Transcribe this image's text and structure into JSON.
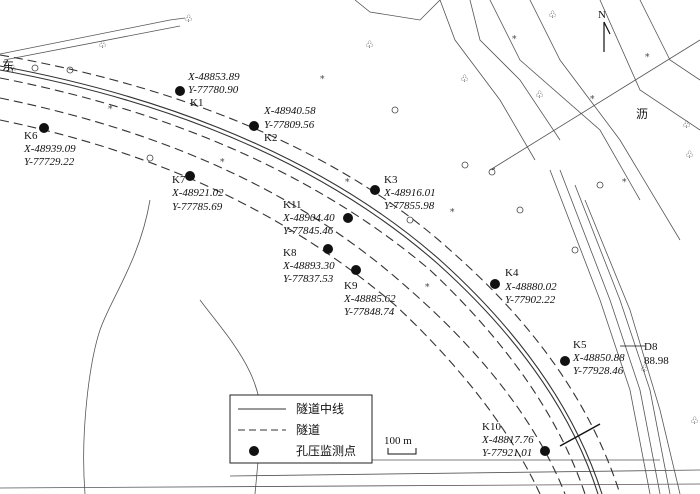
{
  "map": {
    "north_label": "N",
    "place_label_left": "东",
    "place_label_right": "沥",
    "scale_label": "100 m",
    "cut_line_label": "D8",
    "cut_line_value": "88.98"
  },
  "points": [
    {
      "id": "K1",
      "name": "K1",
      "x": "X-48853.89",
      "y": "Y-77780.90"
    },
    {
      "id": "K2",
      "name": "K2",
      "x": "X-48940.58",
      "y": "Y-77809.56"
    },
    {
      "id": "K3",
      "name": "K3",
      "x": "X-48916.01",
      "y": "Y-77855.98"
    },
    {
      "id": "K4",
      "name": "K4",
      "x": "X-48880.02",
      "y": "Y-77902.22"
    },
    {
      "id": "K5",
      "name": "K5",
      "x": "X-48850.88",
      "y": "Y-77928.46"
    },
    {
      "id": "K6",
      "name": "K6",
      "x": "X-48939.09",
      "y": "Y-77729.22"
    },
    {
      "id": "K7",
      "name": "K7",
      "x": "X-48921.02",
      "y": "Y-77785.69"
    },
    {
      "id": "K8",
      "name": "K8",
      "x": "X-48893.30",
      "y": "Y-77837.53"
    },
    {
      "id": "K9",
      "name": "K9",
      "x": "X-48885.62",
      "y": "Y-77848.74"
    },
    {
      "id": "K10",
      "name": "K10",
      "x": "X-48817.76",
      "y": "Y-77921.01"
    },
    {
      "id": "K11",
      "name": "K11",
      "x": "X-48904.40",
      "y": "Y-77845.46"
    }
  ],
  "legend": {
    "centerline": "隧道中线",
    "tunnel": "隧道",
    "monitoring_point": "孔压监测点"
  },
  "colors": {
    "line": "#333333",
    "point": "#111111",
    "background": "#ffffff"
  }
}
